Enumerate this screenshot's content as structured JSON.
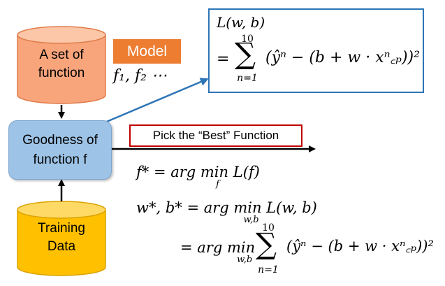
{
  "cylinders": {
    "functions": {
      "line1": "A set of",
      "line2": "function",
      "fill": "#f8a57c",
      "top_fill": "#fbc7a8",
      "stroke": "#e07b4a"
    },
    "training": {
      "line1": "Training",
      "line2": "Data",
      "fill": "#ffc000",
      "top_fill": "#ffd966",
      "stroke": "#d9a300"
    }
  },
  "model_badge": "Model",
  "function_list": "f₁, f₂ ⋯",
  "goodness": {
    "line1": "Goodness of",
    "line2": "function f"
  },
  "pick_label": "Pick the “Best” Function",
  "loss": {
    "line1": "L(w, b)",
    "equals": "=",
    "sum_upper": "10",
    "sum_lower": "n=1",
    "term": "(ŷⁿ − (b + w · xⁿ꜀ₚ))²"
  },
  "eq1": {
    "lhs": "f* = arg min",
    "sub": "f",
    "rhs": "L(f)"
  },
  "eq2": {
    "lhs": "w*, b* = arg min",
    "sub": "w,b",
    "rhs": "L(w, b)"
  },
  "eq3": {
    "lhs": "= arg min",
    "sub": "w,b",
    "sum_upper": "10",
    "sum_lower": "n=1",
    "term": "(ŷⁿ − (b + w · xⁿ꜀ₚ))²"
  },
  "colors": {
    "arrow_blue": "#2e75b6",
    "pick_border": "#c00000",
    "loss_border": "#2e75b6",
    "goodness_fill": "#9dc3e6",
    "model_fill": "#ed7d31"
  }
}
